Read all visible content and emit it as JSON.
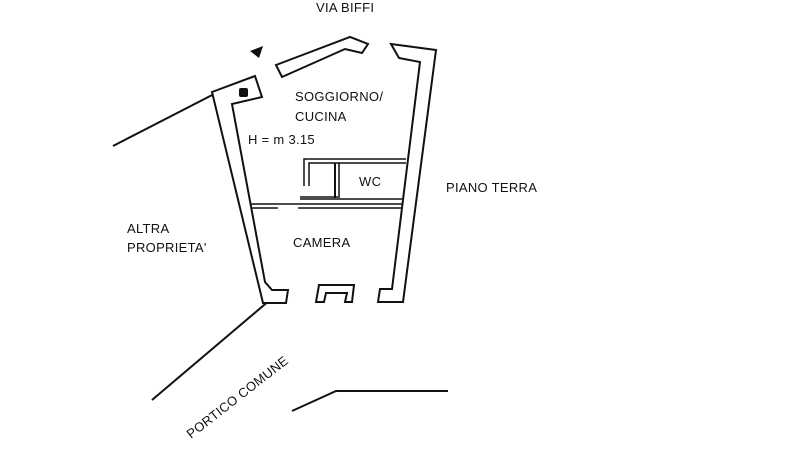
{
  "labels": {
    "street": "VIA BIFFI",
    "living_kitchen_line1": "SOGGIORNO/",
    "living_kitchen_line2": "CUCINA",
    "height": "H = m 3.15",
    "wc": "WC",
    "floor": "PIANO TERRA",
    "bedroom": "CAMERA",
    "other_property_line1": "ALTRA",
    "other_property_line2": "PROPRIETA'",
    "common_portico": "PORTICO COMUNE"
  },
  "icons": {
    "north": "north-arrow-icon",
    "chimney": "chimney-flue-icon"
  },
  "colors": {
    "ink": "#111111",
    "background": "#ffffff"
  }
}
